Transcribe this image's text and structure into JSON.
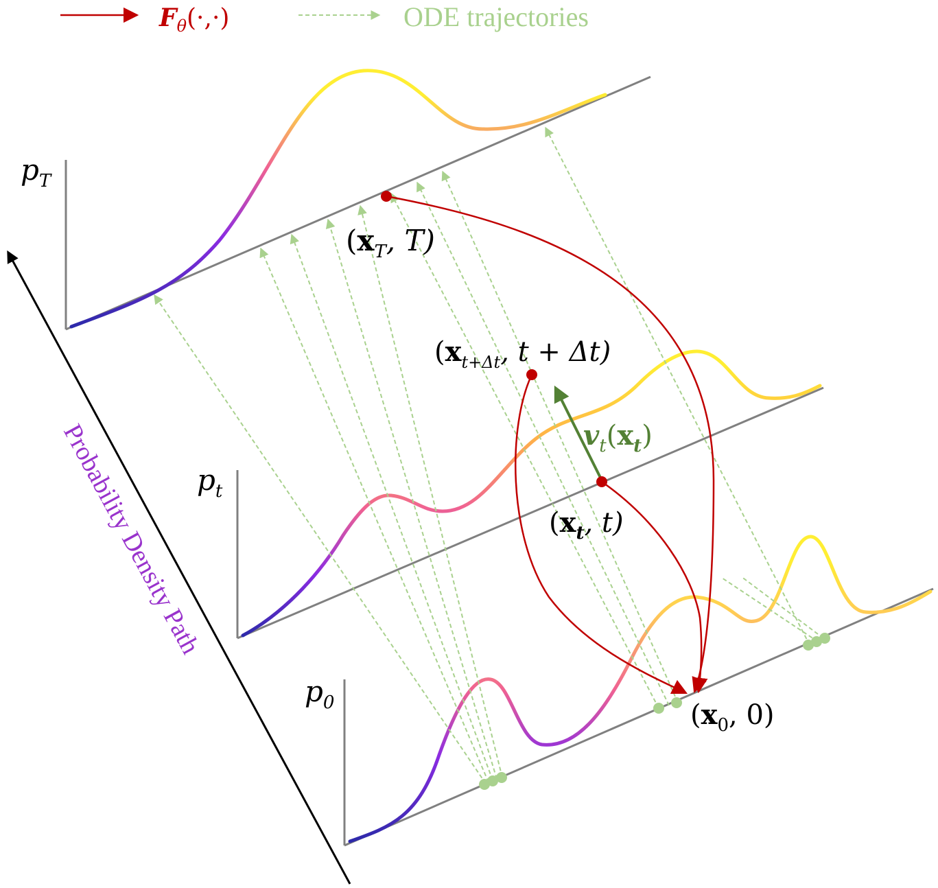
{
  "legend": {
    "network_symbol": "F",
    "network_subscript": "θ",
    "network_args": "(·,·)",
    "ode_label": "ODE trajectories"
  },
  "axes": {
    "pT_main": "p",
    "pT_sub": "T",
    "pt_main": "p",
    "pt_sub": "t",
    "p0_main": "p",
    "p0_sub": "0"
  },
  "points": {
    "xT": {
      "open": "(",
      "bold": "x",
      "sub": "T",
      "rest": ", T)"
    },
    "xtdt": {
      "open": "(",
      "bold": "x",
      "sub": "t+Δt",
      "rest": ", t + Δt)"
    },
    "xt": {
      "open": "(",
      "bold": "x",
      "sub": "t",
      "rest": ", t)"
    },
    "x0": {
      "open": "(",
      "bold": "x",
      "sub": "0",
      "rest": ", 0)"
    }
  },
  "velocity": {
    "main": "v",
    "sub": "t",
    "arg_open": "(",
    "arg_bold": "x",
    "arg_sub": "t",
    "arg_close": ")"
  },
  "path_label": "Probability Density Path",
  "colors": {
    "network": "#c00000",
    "ode": "#a9d18e",
    "velocity": "#538135",
    "path_text": "#9933cc",
    "axis": "#808080",
    "curve_low": "#2a2aa8",
    "curve_mid_low": "#8a2be2",
    "curve_mid": "#f06292",
    "curve_high": "#ffee33"
  }
}
